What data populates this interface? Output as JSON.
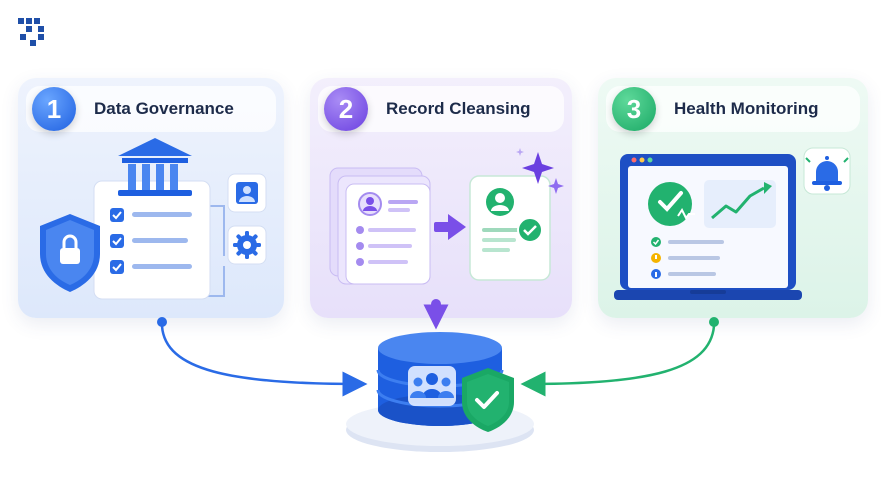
{
  "steps": [
    {
      "number": "1",
      "title": "Data Governance",
      "accent": "#2a6be6"
    },
    {
      "number": "2",
      "title": "Record Cleansing",
      "accent": "#7a4fe8"
    },
    {
      "number": "3",
      "title": "Health Monitoring",
      "accent": "#22b26f"
    }
  ],
  "icons": {
    "logo": "pixel-grid-logo",
    "governance": [
      "bank-icon",
      "shield-lock-icon",
      "checklist-icon",
      "user-profile-icon",
      "gear-icon"
    ],
    "cleansing": [
      "record-stack-icon",
      "arrow-right-icon",
      "clean-record-icon",
      "sparkle-icon"
    ],
    "monitoring": [
      "laptop-dashboard-icon",
      "health-check-icon",
      "trend-chart-icon",
      "bell-icon"
    ],
    "hub": [
      "database-icon",
      "users-icon",
      "shield-check-icon"
    ]
  },
  "colors": {
    "blue": "#2a6be6",
    "purple": "#7a4fe8",
    "green": "#22b26f"
  }
}
